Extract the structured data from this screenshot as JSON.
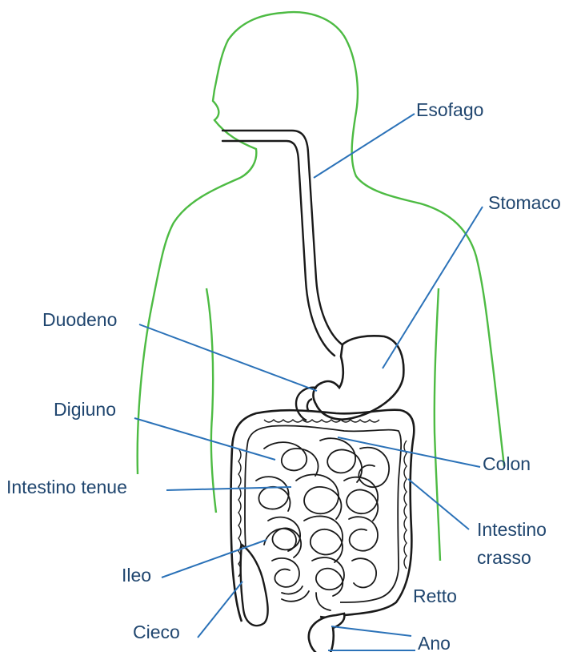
{
  "colors": {
    "body_outline": "#4dbb43",
    "organ_outline": "#1a1a1a",
    "leader_line": "#2b72b8",
    "label_text": "#20466f",
    "background": "#ffffff"
  },
  "labels": {
    "esofago": "Esofago",
    "stomaco": "Stomaco",
    "duodeno": "Duodeno",
    "digiuno": "Digiuno",
    "colon": "Colon",
    "intestino_tenue": "Intestino tenue",
    "intestino_crasso_1": "Intestino",
    "intestino_crasso_2": "crasso",
    "ileo": "Ileo",
    "retto": "Retto",
    "cieco": "Cieco",
    "ano": "Ano"
  }
}
